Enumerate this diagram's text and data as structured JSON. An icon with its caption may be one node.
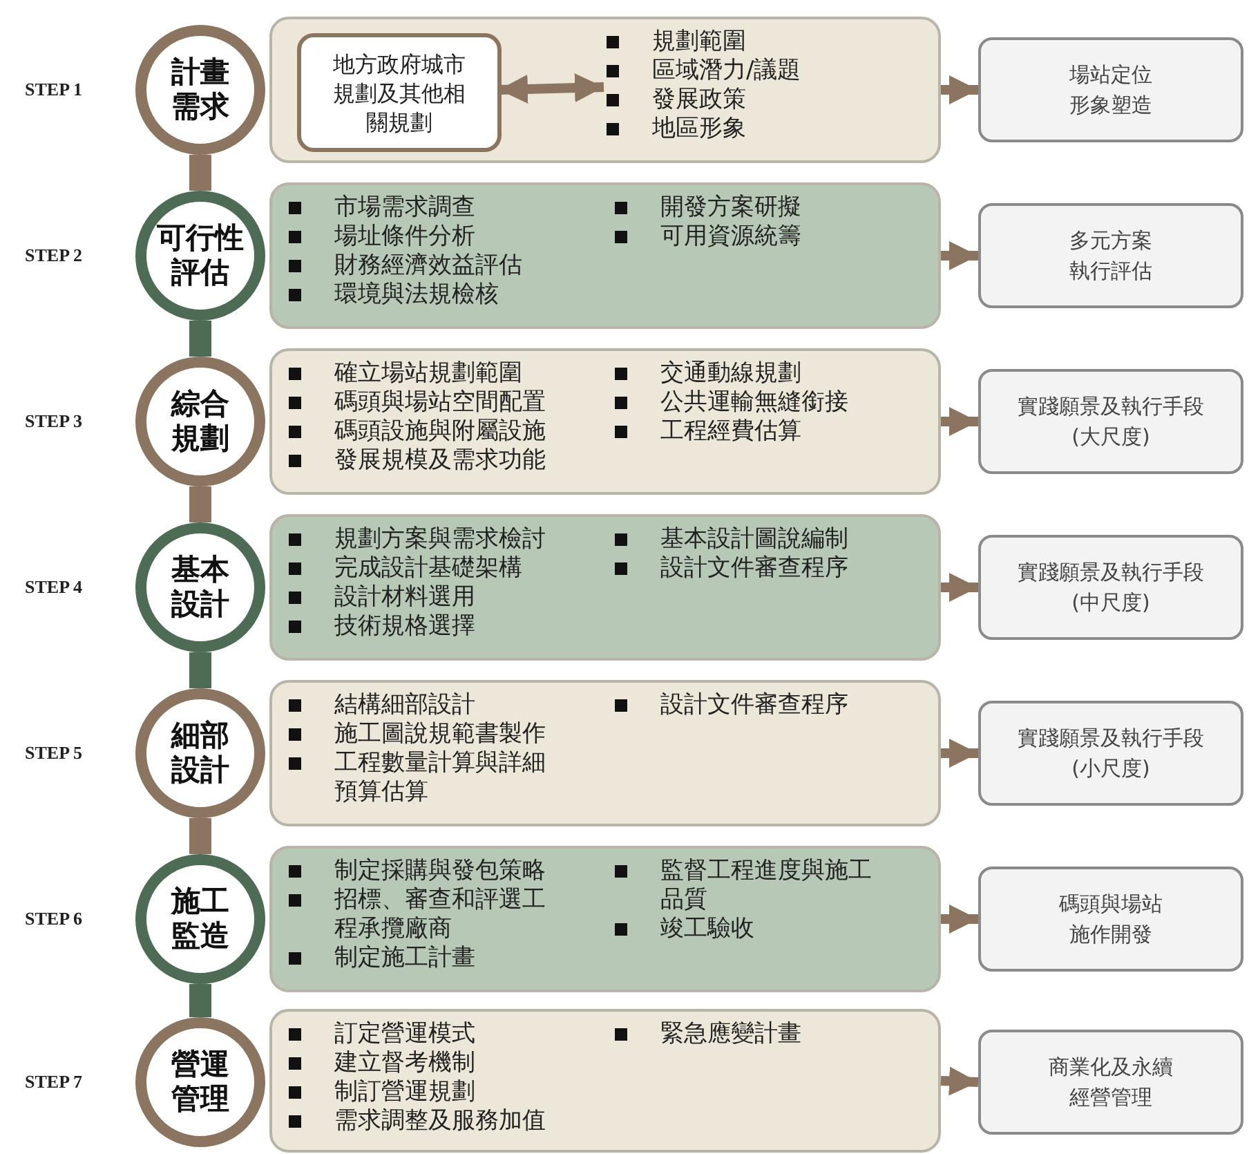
{
  "diagram": {
    "nodes": [
      {
        "text": [
          "計畫需求"
        ],
        "beside": [
          "STEP 1"
        ]
      },
      {
        "text": [],
        "shape": "box"
      },
      {
        "text": [
          "地方政府城市規劃及其他相關規劃"
        ],
        "in": 1
      },
      {
        "text": [
          "規劃範圍",
          "區域潛力/議題",
          "發展政策",
          "地區形象"
        ],
        "in": 1
      },
      {
        "text": [
          "場站定位形象塑造"
        ]
      },
      {
        "text": [
          "可行性評估"
        ],
        "beside": [
          "STEP 2"
        ]
      },
      {
        "text": [
          "市場需求調查",
          "場址條件分析",
          "財務經濟效益評估",
          "環境與法規檢核",
          "開發方案研擬",
          "可用資源統籌"
        ]
      },
      {
        "text": [
          "多元方案執行評估"
        ]
      },
      {
        "text": [
          "綜合規劃"
        ],
        "beside": [
          "STEP 3"
        ]
      },
      {
        "text": [
          "確立場站規劃範圍",
          "碼頭與場站空間配置",
          "碼頭設施與附屬設施",
          "發展規模及需求功能",
          "交通動線規劃",
          "公共運輸無縫銜接",
          "工程經費估算"
        ]
      },
      {
        "text": [
          "實踐願景及執行手段(大尺度)"
        ]
      },
      {
        "text": [
          "基本設計"
        ],
        "beside": [
          "STEP 4"
        ]
      },
      {
        "text": [
          "規劃方案與需求檢討",
          "完成設計基礎架構",
          "設計材料選用",
          "技術規格選擇",
          "基本設計圖說編制",
          "設計文件審查程序"
        ]
      },
      {
        "text": [
          "實踐願景及執行手段(中尺度)"
        ]
      },
      {
        "text": [
          "細部設計"
        ],
        "beside": [
          "STEP 5"
        ]
      },
      {
        "text": [
          "結構細部設計",
          "施工圖說規範書製作",
          "工程數量計算與詳細預算估算",
          "設計文件審查程序"
        ]
      },
      {
        "text": [
          "實踐願景及執行手段(小尺度)"
        ]
      },
      {
        "text": [
          "施工監造"
        ],
        "beside": [
          "STEP 6"
        ]
      },
      {
        "text": [
          "制定採購與發包策略",
          "招標、審查和評選工程承攬廠商",
          "制定施工計畫",
          "監督工程進度與施工品質",
          "竣工驗收"
        ]
      },
      {
        "text": [
          "碼頭與場站施作開發"
        ]
      },
      {
        "text": [
          "營運管理"
        ],
        "beside": [
          "STEP 7"
        ]
      },
      {
        "text": [
          "訂定營運模式",
          "建立督考機制",
          "制訂營運規劃",
          "需求調整及服務加值",
          "緊急應變計畫"
        ]
      },
      {
        "text": [
          "商業化及永續經營管理"
        ]
      }
    ],
    "edges": [
      {
        "from": 0,
        "to": 5,
        "arrow": "none",
        "style": "thick"
      },
      {
        "from": 5,
        "to": 8,
        "arrow": "none",
        "style": "thick",
        "color": "#4e6b55"
      },
      {
        "from": 8,
        "to": 11,
        "arrow": "none",
        "style": "thick"
      },
      {
        "from": 11,
        "to": 14,
        "arrow": "none",
        "style": "thick",
        "color": "#4e6b55"
      },
      {
        "from": 14,
        "to": 17,
        "arrow": "none",
        "style": "thick"
      },
      {
        "from": 17,
        "to": 20,
        "arrow": "none",
        "style": "thick",
        "color": "#4e6b55"
      },
      {
        "from": 2,
        "to": 3,
        "arrow": "both"
      },
      {
        "from": 1,
        "to": 4,
        "arrow": "to"
      },
      {
        "from": 6,
        "to": 7,
        "arrow": "to"
      },
      {
        "from": 9,
        "to": 10,
        "arrow": "to"
      },
      {
        "from": 12,
        "to": 13,
        "arrow": "to"
      },
      {
        "from": 15,
        "to": 16,
        "arrow": "to"
      },
      {
        "from": 18,
        "to": 19,
        "arrow": "to"
      },
      {
        "from": 21,
        "to": 22,
        "arrow": "to"
      }
    ]
  }
}
